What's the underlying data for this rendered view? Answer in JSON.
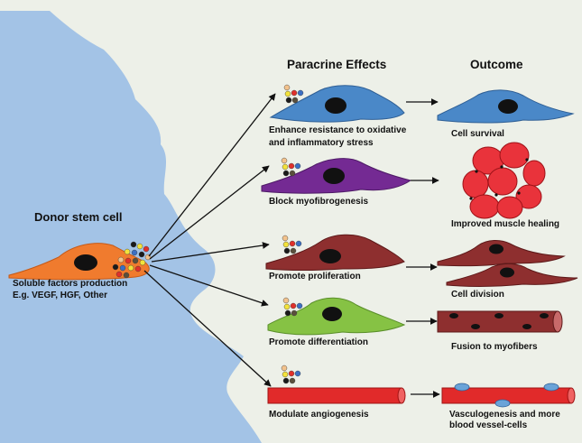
{
  "headers": {
    "paracrine": "Paracrine Effects",
    "outcome": "Outcome"
  },
  "donor": {
    "title": "Donor stem cell",
    "lines": [
      "Soluble factors production",
      "E.g. VEGF, HGF, Other"
    ]
  },
  "effects": [
    {
      "effect": [
        "Enhance resistance to oxidative",
        "and inflammatory stress"
      ],
      "outcome": [
        "Cell survival"
      ]
    },
    {
      "effect": [
        "Block myofibrogenesis"
      ],
      "outcome": [
        "Improved muscle healing"
      ]
    },
    {
      "effect": [
        "Promote proliferation"
      ],
      "outcome": [
        "Cell division"
      ]
    },
    {
      "effect": [
        "Promote differentiation"
      ],
      "outcome": [
        "Fusion to myofibers"
      ]
    },
    {
      "effect": [
        "Modulate angiogenesis"
      ],
      "outcome": [
        "Vasculogenesis and more",
        "blood vessel-cells"
      ]
    }
  ],
  "colors": {
    "background": "#edf0e8",
    "tissue": "#a3c3e6",
    "donor_cell": "#f07b2e",
    "survival_cell": "#4a88c8",
    "myofibroblast_cell": "#742a93",
    "proliferating_cell": "#8e2f2f",
    "differentiating_cell": "#86c244",
    "vessel": "#e12a2a",
    "muscle_cell": "#e9333b",
    "endothelial_cell": "#6aa3d8",
    "nucleus": "#111111",
    "factors": [
      "#f2c28c",
      "#f3e23b",
      "#e0302a",
      "#3b6fc3",
      "#1a1a1a",
      "#5a4f3c"
    ]
  }
}
